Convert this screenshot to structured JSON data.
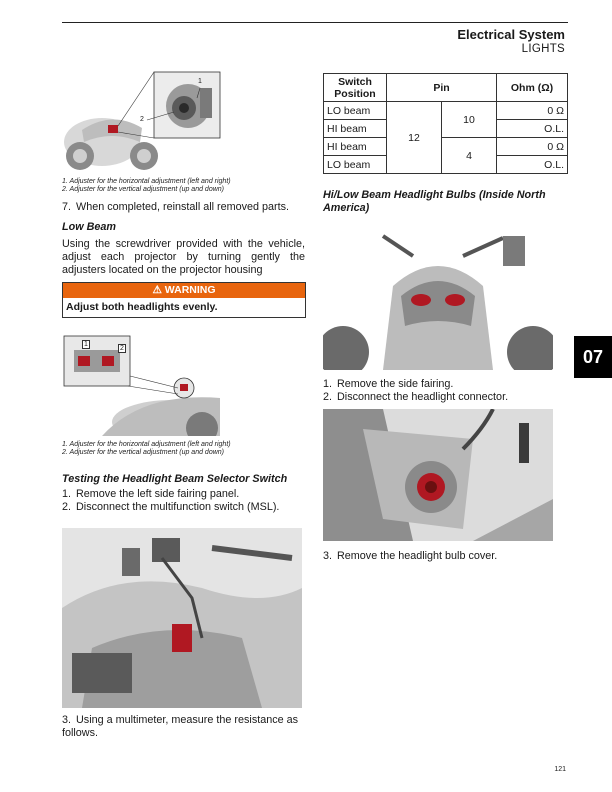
{
  "header": {
    "title": "Electrical System",
    "subtitle": "LIGHTS"
  },
  "figure1": {
    "callouts": [
      "1",
      "2"
    ],
    "captions": [
      "1.  Adjuster for the horizontal adjustment (left and right)",
      "2.  Adjuster for the vertical adjustment (up and down)"
    ]
  },
  "left": {
    "step7": {
      "num": "7.",
      "text": "When completed, reinstall all removed parts."
    },
    "low_beam_heading": "Low Beam",
    "low_beam_text": "Using the screwdriver provided with the vehicle, adjust each projector by turning gently the adjusters located on the projector housing",
    "warning": {
      "label": "WARNING",
      "text": "Adjust both headlights evenly."
    },
    "testing_heading": "Testing the Headlight Beam Selector Switch",
    "testing_steps": [
      {
        "num": "1.",
        "text": "Remove the left side fairing panel."
      },
      {
        "num": "2.",
        "text": "Disconnect the multifunction switch (MSL)."
      }
    ],
    "step3": {
      "num": "3.",
      "text": "Using a multimeter, measure the resistance as follows."
    }
  },
  "figure2": {
    "callouts": [
      "1",
      "2"
    ],
    "captions": [
      "1.  Adjuster for the horizontal adjustment (left and right)",
      "2.  Adjuster for the vertical adjustment (up and down)"
    ]
  },
  "table": {
    "headers": {
      "switch": "Switch Position",
      "pin": "Pin",
      "ohm": "Ohm (Ω)"
    },
    "rows": [
      {
        "position": "LO beam",
        "ohm": "0 Ω"
      },
      {
        "position": "HI beam",
        "ohm": "O.L."
      },
      {
        "position": "HI beam",
        "ohm": "0 Ω"
      },
      {
        "position": "LO beam",
        "ohm": "O.L."
      }
    ],
    "common_pin": "12",
    "pin_a": "10",
    "pin_b": "4"
  },
  "right": {
    "bulbs_heading": "Hi/Low Beam Headlight Bulbs (Inside North America)",
    "steps_a": [
      {
        "num": "1.",
        "text": "Remove the side fairing."
      },
      {
        "num": "2.",
        "text": "Disconnect the headlight connector."
      }
    ],
    "step3": {
      "num": "3.",
      "text": "Remove the headlight bulb cover."
    }
  },
  "section_tab": "07",
  "page_number": "121",
  "colors": {
    "warning": "#e8650e",
    "highlight": "#b01822",
    "tab": "#000000"
  }
}
